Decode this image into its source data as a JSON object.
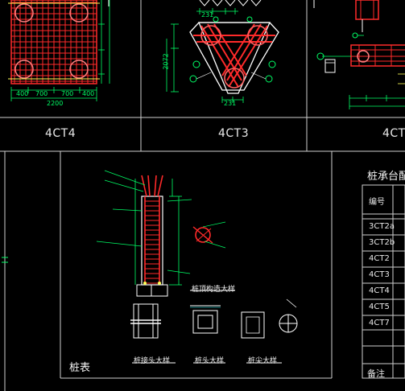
{
  "panels": {
    "p1_label": "4CT4",
    "p2_label": "4CT3",
    "p3_label": "4CT"
  },
  "right_table": {
    "title": "桩承台配",
    "header_col1": "编号",
    "rows": [
      "3CT2a",
      "3CT2b",
      "4CT2",
      "4CT3",
      "4CT4",
      "4CT5",
      "4CT7"
    ],
    "footer": "备注"
  },
  "detail_labels": {
    "pile_top": "桩顶构造大样",
    "pile_joint": "桩接头大样",
    "pile_head": "桩头大样",
    "pile_tip": "桩尖大样"
  },
  "pile_table_label": "桩表",
  "dims": {
    "d400a": "400",
    "d700a": "700",
    "d700b": "700",
    "d400b": "400",
    "d2200": "2200",
    "d231a": "231",
    "d231b": "231",
    "d2072": "2072"
  },
  "colors": {
    "rebar": "#ff2a2a",
    "line": "#ffffff",
    "dim": "#00ff66",
    "annot": "#ffff55",
    "cyan": "#33ffff"
  }
}
